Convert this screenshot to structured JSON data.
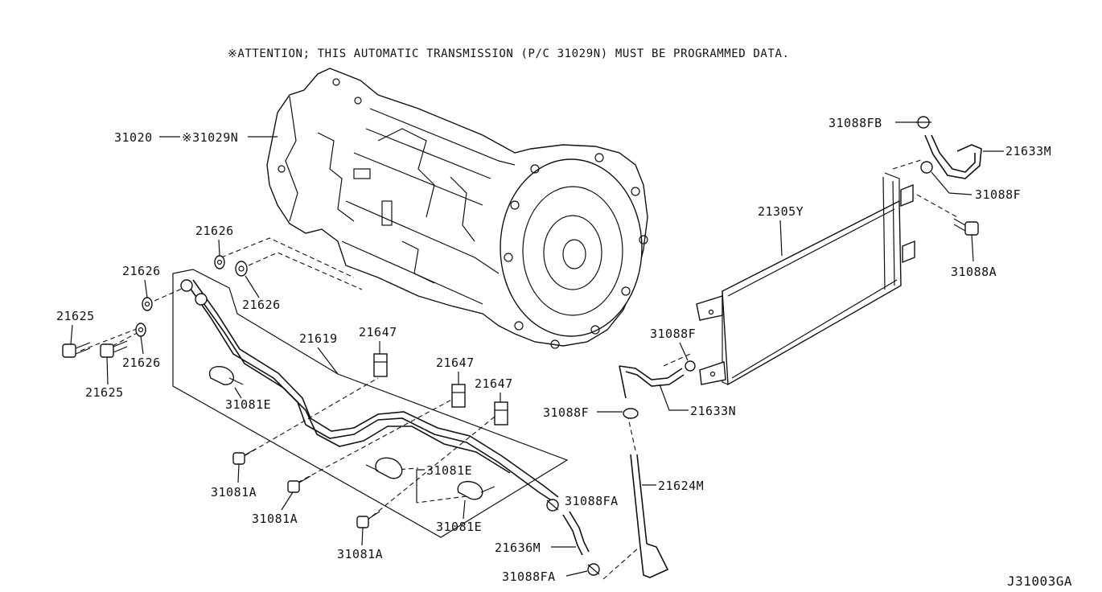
{
  "attention": "※ATTENTION; THIS AUTOMATIC TRANSMISSION (P/C 31029N) MUST BE PROGRAMMED DATA.",
  "diagram_code": "J31003GA",
  "labels": {
    "p31020": "31020",
    "p31029n": "※31029N",
    "p21626_a": "21626",
    "p21626_b": "21626",
    "p21626_c": "21626",
    "p21626_d": "21626",
    "p21625_a": "21625",
    "p21625_b": "21625",
    "p21619": "21619",
    "p21647_a": "21647",
    "p21647_b": "21647",
    "p21647_c": "21647",
    "p31081e_a": "31081E",
    "p31081e_b": "31081E",
    "p31081e_c": "31081E",
    "p31081a_a": "31081A",
    "p31081a_b": "31081A",
    "p31081a_c": "31081A",
    "p31088fa_a": "31088FA",
    "p31088fa_b": "31088FA",
    "p21636m": "21636M",
    "p21624m": "21624M",
    "p31088f_a": "31088F",
    "p31088f_b": "31088F",
    "p31088f_c": "31088F",
    "p21633n": "21633N",
    "p21305y": "21305Y",
    "p31088fb": "31088FB",
    "p21633m": "21633M",
    "p31088a": "31088A"
  }
}
